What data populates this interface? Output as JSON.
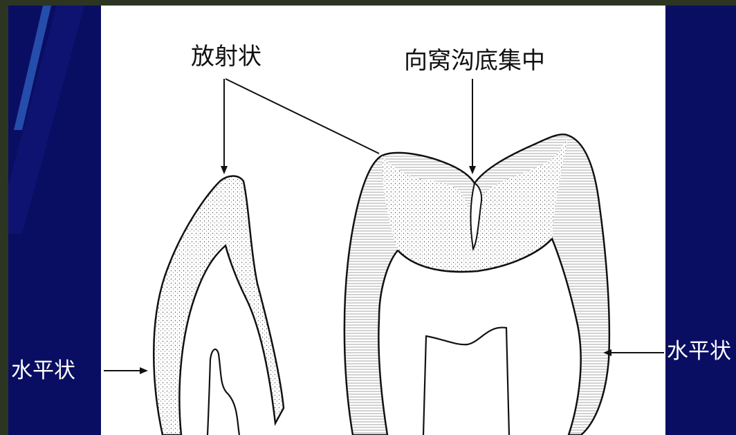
{
  "labels": {
    "radial": "放射状",
    "toward_fossa": "向窝沟底集中",
    "horizontal_left": "水平状",
    "horizontal_right": "水平状"
  },
  "colors": {
    "slide_background": "#0a0e62",
    "outer_frame": "#2c3522",
    "panel": "#ffffff",
    "ink": "#111111",
    "side_text": "#ffffff"
  }
}
